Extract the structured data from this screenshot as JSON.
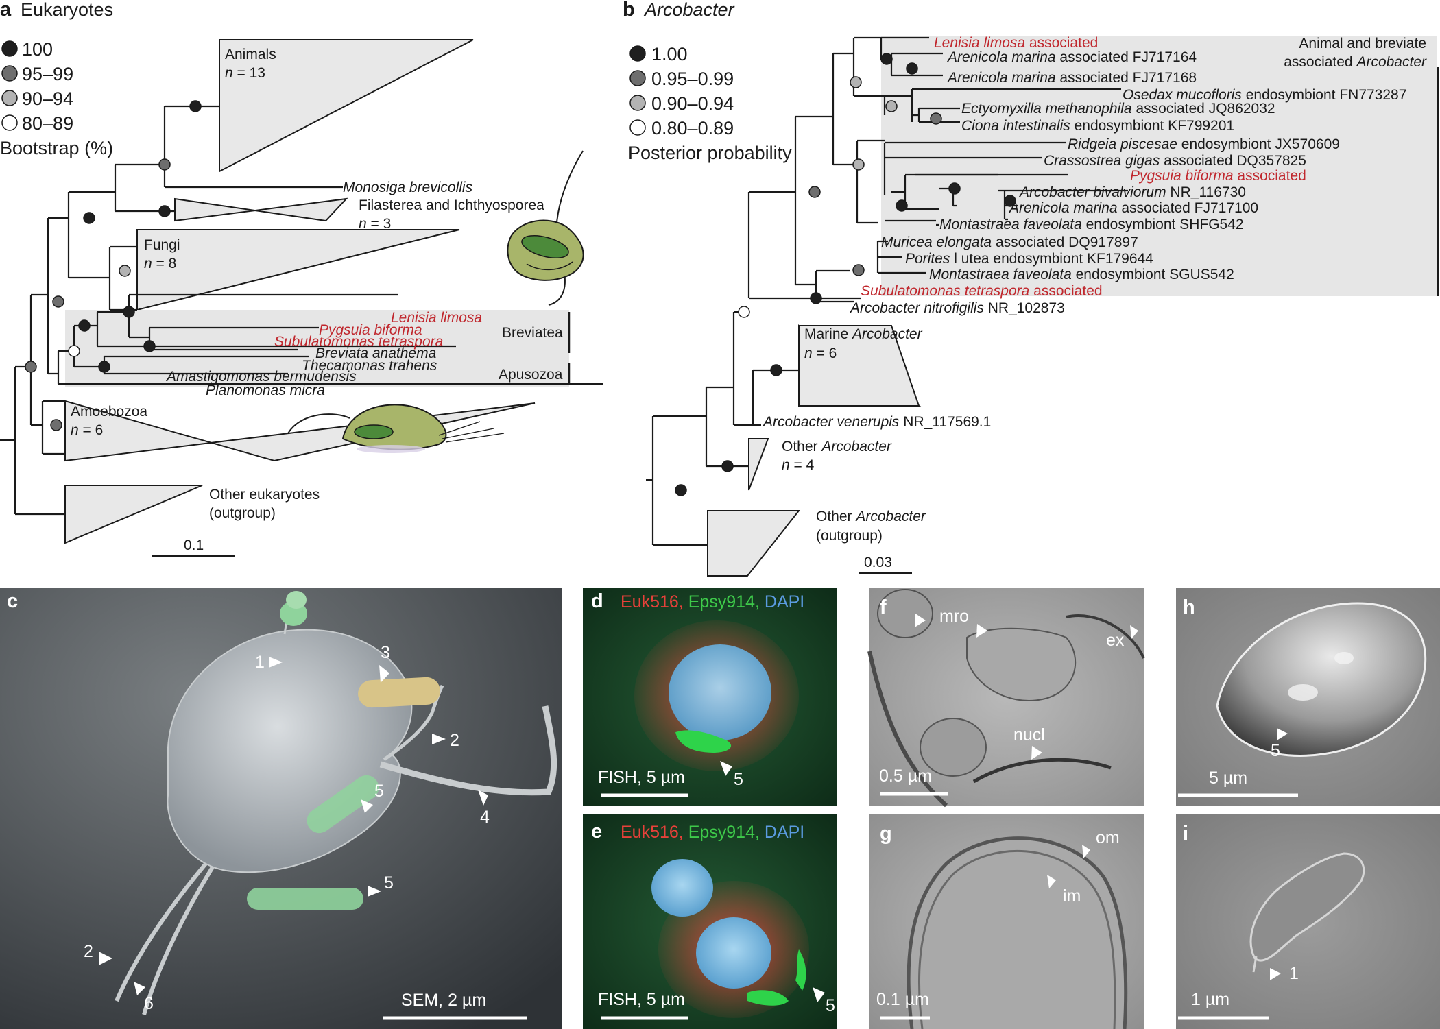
{
  "panel_a": {
    "letter": "a",
    "title": "Eukaryotes",
    "legend": [
      "100",
      "95–99",
      "90–94",
      "80–89"
    ],
    "legend_title": "Bootstrap (%)",
    "legend_colors": [
      "#1f1f1f",
      "#6e6e6e",
      "#b3b3b3",
      "#ffffff"
    ],
    "clades": {
      "animals": "Animals",
      "animals_n": "= 13",
      "filasterea": "Filasterea and Ichthyosporea",
      "filasterea_n": "= 3",
      "fungi": "Fungi",
      "fungi_n": "= 8",
      "amoebozoa": "Amoebozoa",
      "amoebozoa_n": "= 6",
      "other": "Other eukaryotes",
      "other_sub": "(outgroup)"
    },
    "n_letter": "n",
    "taxa": {
      "monosiga": "Monosiga brevicollis",
      "lenisia": "Lenisia limosa",
      "pygsuia": "Pygsuia biforma",
      "subulatomonas": "Subulatomonas tetraspora",
      "breviata": "Breviata anathema",
      "thecamonas": "Thecamonas trahens",
      "amastigomonas": "Amastigomonas bermudensis",
      "planomonas": "Planomonas micra"
    },
    "groups": {
      "breviatea": "Breviatea",
      "apusozoa": "Apusozoa"
    },
    "scale": "0.1"
  },
  "panel_b": {
    "letter": "b",
    "title": "Arcobacter",
    "legend": [
      "1.00",
      "0.95–0.99",
      "0.90–0.94",
      "0.80–0.89"
    ],
    "legend_title": "Posterior probability",
    "group_label_1": "Animal and breviate",
    "group_label_2a": "associated ",
    "group_label_2b": "Arcobacter",
    "taxa": [
      {
        "sp": "Lenisia limosa",
        "rest": " associated",
        "red": true
      },
      {
        "sp": "Arenicola marina",
        "rest": " associated FJ717164",
        "red": false
      },
      {
        "sp": "Arenicola marina",
        "rest": " associated FJ717168",
        "red": false
      },
      {
        "sp": "Osedax mucofloris",
        "rest": " endosymbiont FN773287",
        "red": false
      },
      {
        "sp": "Ectyomyxilla methanophila",
        "rest": " associated JQ862032",
        "red": false
      },
      {
        "sp": "Ciona intestinalis",
        "rest": " endosymbiont KF799201",
        "red": false
      },
      {
        "sp": "Ridgeia piscesae",
        "rest": " endosymbiont JX570609",
        "red": false
      },
      {
        "sp": "Crassostrea gigas",
        "rest": " associated  DQ357825",
        "red": false
      },
      {
        "sp": "Pygsuia biforma",
        "rest": " associated",
        "red": true
      },
      {
        "sp": "Arcobacter bivalviorum",
        "rest": " NR_116730",
        "red": false
      },
      {
        "sp": "Arenicola marina",
        "rest": " associated FJ717100",
        "red": false
      },
      {
        "sp": "Montastraea faveolata",
        "rest": " endosymbiont SHFG542",
        "red": false
      },
      {
        "sp": "Muricea elongata",
        "rest": " associated DQ917897",
        "red": false
      },
      {
        "sp": "Porites",
        "rest": " l utea endosymbiont KF179644",
        "red": false
      },
      {
        "sp": "Montastraea faveolata",
        "rest": " endosymbiont SGUS542",
        "red": false
      },
      {
        "sp": "Subulatomonas tetraspora",
        "rest": " associated",
        "red": true
      },
      {
        "sp": "Arcobacter nitrofigilis",
        "rest": " NR_102873",
        "red": false
      }
    ],
    "clades": {
      "marine_a": "Marine ",
      "marine_b": "Arcobacter",
      "marine_n": "= 6",
      "venerupis_sp": "Arcobacter venerupis",
      "venerupis_rest": " NR_117569.1",
      "other_a": "Other ",
      "other_b": "Arcobacter",
      "other_n": "= 4",
      "outgroup_a": "Other ",
      "outgroup_b": "Arcobacter",
      "outgroup_c": "(outgroup)"
    },
    "n_letter": "n",
    "scale": "0.03"
  },
  "panel_c": {
    "letter": "c",
    "scale": "SEM, 2 µm",
    "arrows": [
      "1",
      "2",
      "3",
      "4",
      "5",
      "5",
      "2",
      "6"
    ]
  },
  "panel_d": {
    "letter": "d",
    "probe_1": "Euk516,",
    "probe_2": "Epsy914,",
    "probe_3": "DAPI",
    "scale": "FISH, 5 µm",
    "arrow": "5",
    "colors": {
      "probe_1": "#e8413a",
      "probe_2": "#3ec94a",
      "probe_3": "#5b9be0"
    }
  },
  "panel_e": {
    "letter": "e",
    "probe_1": "Euk516,",
    "probe_2": "Epsy914,",
    "probe_3": "DAPI",
    "scale": "FISH, 5 µm",
    "arrow": "5"
  },
  "panel_f": {
    "letter": "f",
    "labels": [
      "mro",
      "ex",
      "nucl"
    ],
    "scale": "0.5 µm"
  },
  "panel_g": {
    "letter": "g",
    "labels": [
      "om",
      "im"
    ],
    "scale": "0.1 µm"
  },
  "panel_h": {
    "letter": "h",
    "arrow": "5",
    "scale": "5 µm"
  },
  "panel_i": {
    "letter": "i",
    "arrow": "1",
    "scale": "1 µm"
  }
}
